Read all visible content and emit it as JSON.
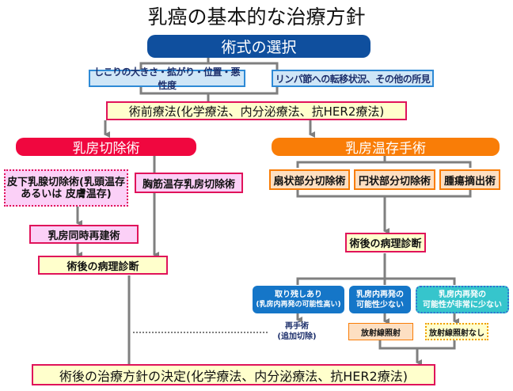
{
  "title": "乳癌の基本的な治療方針",
  "surgery_selection": {
    "label": "術式の選択",
    "criteria": [
      "しこりの大きさ・拡がり・位置・悪性度",
      "リンパ節への転移状況、その他の所見"
    ]
  },
  "preoperative_therapy": "術前療法(化学療法、内分泌療法、抗HER2療法)",
  "mastectomy": {
    "label": "乳房切除術",
    "options": [
      {
        "line1": "皮下乳腺切除術(乳頭温存",
        "line2": "あるいは 皮膚温存)"
      },
      {
        "line1": "胸筋温存乳房切除術"
      }
    ],
    "reconstruction": "乳房同時再建術",
    "pathology": "術後の病理診断"
  },
  "breast_conserving": {
    "label": "乳房温存手術",
    "options": [
      "扇状部分切除術",
      "円状部分切除術",
      "腫瘍摘出術"
    ],
    "pathology": "術後の病理診断",
    "outcomes": [
      {
        "line1": "取り残しあり",
        "line2": "(乳房内再発の可能性高い)"
      },
      {
        "line1": "乳房内再発の",
        "line2": "可能性少ない"
      },
      {
        "line1": "乳房内再発の",
        "line2": "可能性が非常に少ない"
      }
    ],
    "reoperation": {
      "line1": "再手術",
      "line2": "(追加切除)"
    },
    "radiation": "放射線照射",
    "no_radiation": "放射線照射なし"
  },
  "final_decision": "術後の治療方針の決定(化学療法、内分泌療法、抗HER2療法)",
  "colors": {
    "navy": "#0f4f9e",
    "red": "#f0073f",
    "orange": "#f97d07",
    "cyan": "#36c5cc",
    "blue": "#1576c8",
    "connector": "#7f7f7f"
  }
}
